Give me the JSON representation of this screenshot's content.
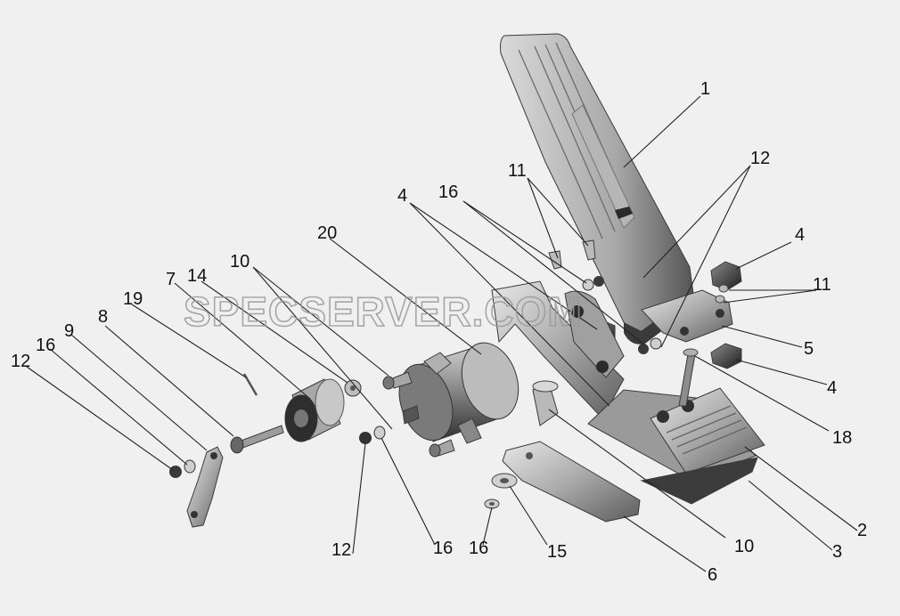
{
  "watermark": "SPECSERVER.COM",
  "callouts": [
    {
      "id": "c1",
      "text": "1"
    },
    {
      "id": "c2",
      "text": "2"
    },
    {
      "id": "c3",
      "text": "3"
    },
    {
      "id": "c4a",
      "text": "4"
    },
    {
      "id": "c4b",
      "text": "4"
    },
    {
      "id": "c4c",
      "text": "4"
    },
    {
      "id": "c5",
      "text": "5"
    },
    {
      "id": "c6",
      "text": "6"
    },
    {
      "id": "c7",
      "text": "7"
    },
    {
      "id": "c8",
      "text": "8"
    },
    {
      "id": "c9",
      "text": "9"
    },
    {
      "id": "c10a",
      "text": "10"
    },
    {
      "id": "c10b",
      "text": "10"
    },
    {
      "id": "c11a",
      "text": "11"
    },
    {
      "id": "c11b",
      "text": "11"
    },
    {
      "id": "c12a",
      "text": "12"
    },
    {
      "id": "c12b",
      "text": "12"
    },
    {
      "id": "c12c",
      "text": "12"
    },
    {
      "id": "c14",
      "text": "14"
    },
    {
      "id": "c15",
      "text": "15"
    },
    {
      "id": "c16a",
      "text": "16"
    },
    {
      "id": "c16b",
      "text": "16"
    },
    {
      "id": "c16c",
      "text": "16"
    },
    {
      "id": "c16d",
      "text": "16"
    },
    {
      "id": "c18",
      "text": "18"
    },
    {
      "id": "c19",
      "text": "19"
    },
    {
      "id": "c20",
      "text": "20"
    }
  ]
}
